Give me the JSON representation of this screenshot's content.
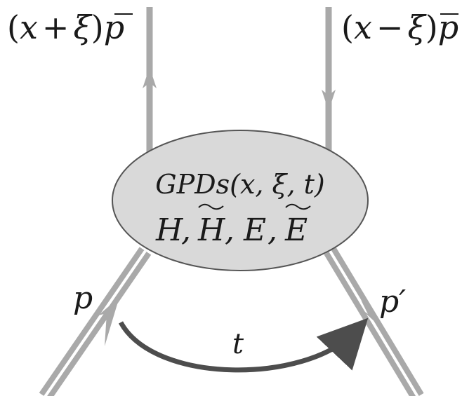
{
  "labels": {
    "top_left": {
      "open": "(",
      "var": "x",
      "op": "+",
      "xi": "ξ",
      "close": ")",
      "mom": "p"
    },
    "top_right": {
      "open": "(",
      "var": "x",
      "op": "−",
      "xi": "ξ",
      "close": ")",
      "mom": "p"
    },
    "blob_line1": {
      "name": "GPDs",
      "args": "(x, ξ, t)"
    },
    "blob_line2": {
      "h": "H",
      "ht": "H",
      "e": "E",
      "et": "E",
      "sep": ","
    },
    "p_in": "p",
    "p_out": "p′",
    "t": "t"
  },
  "colors": {
    "line": "#a9a9a9",
    "blob_fill": "#d9d9d9",
    "blob_stroke": "#555555",
    "arrow": "#4d4d4d",
    "text": "#1a1a1a"
  }
}
